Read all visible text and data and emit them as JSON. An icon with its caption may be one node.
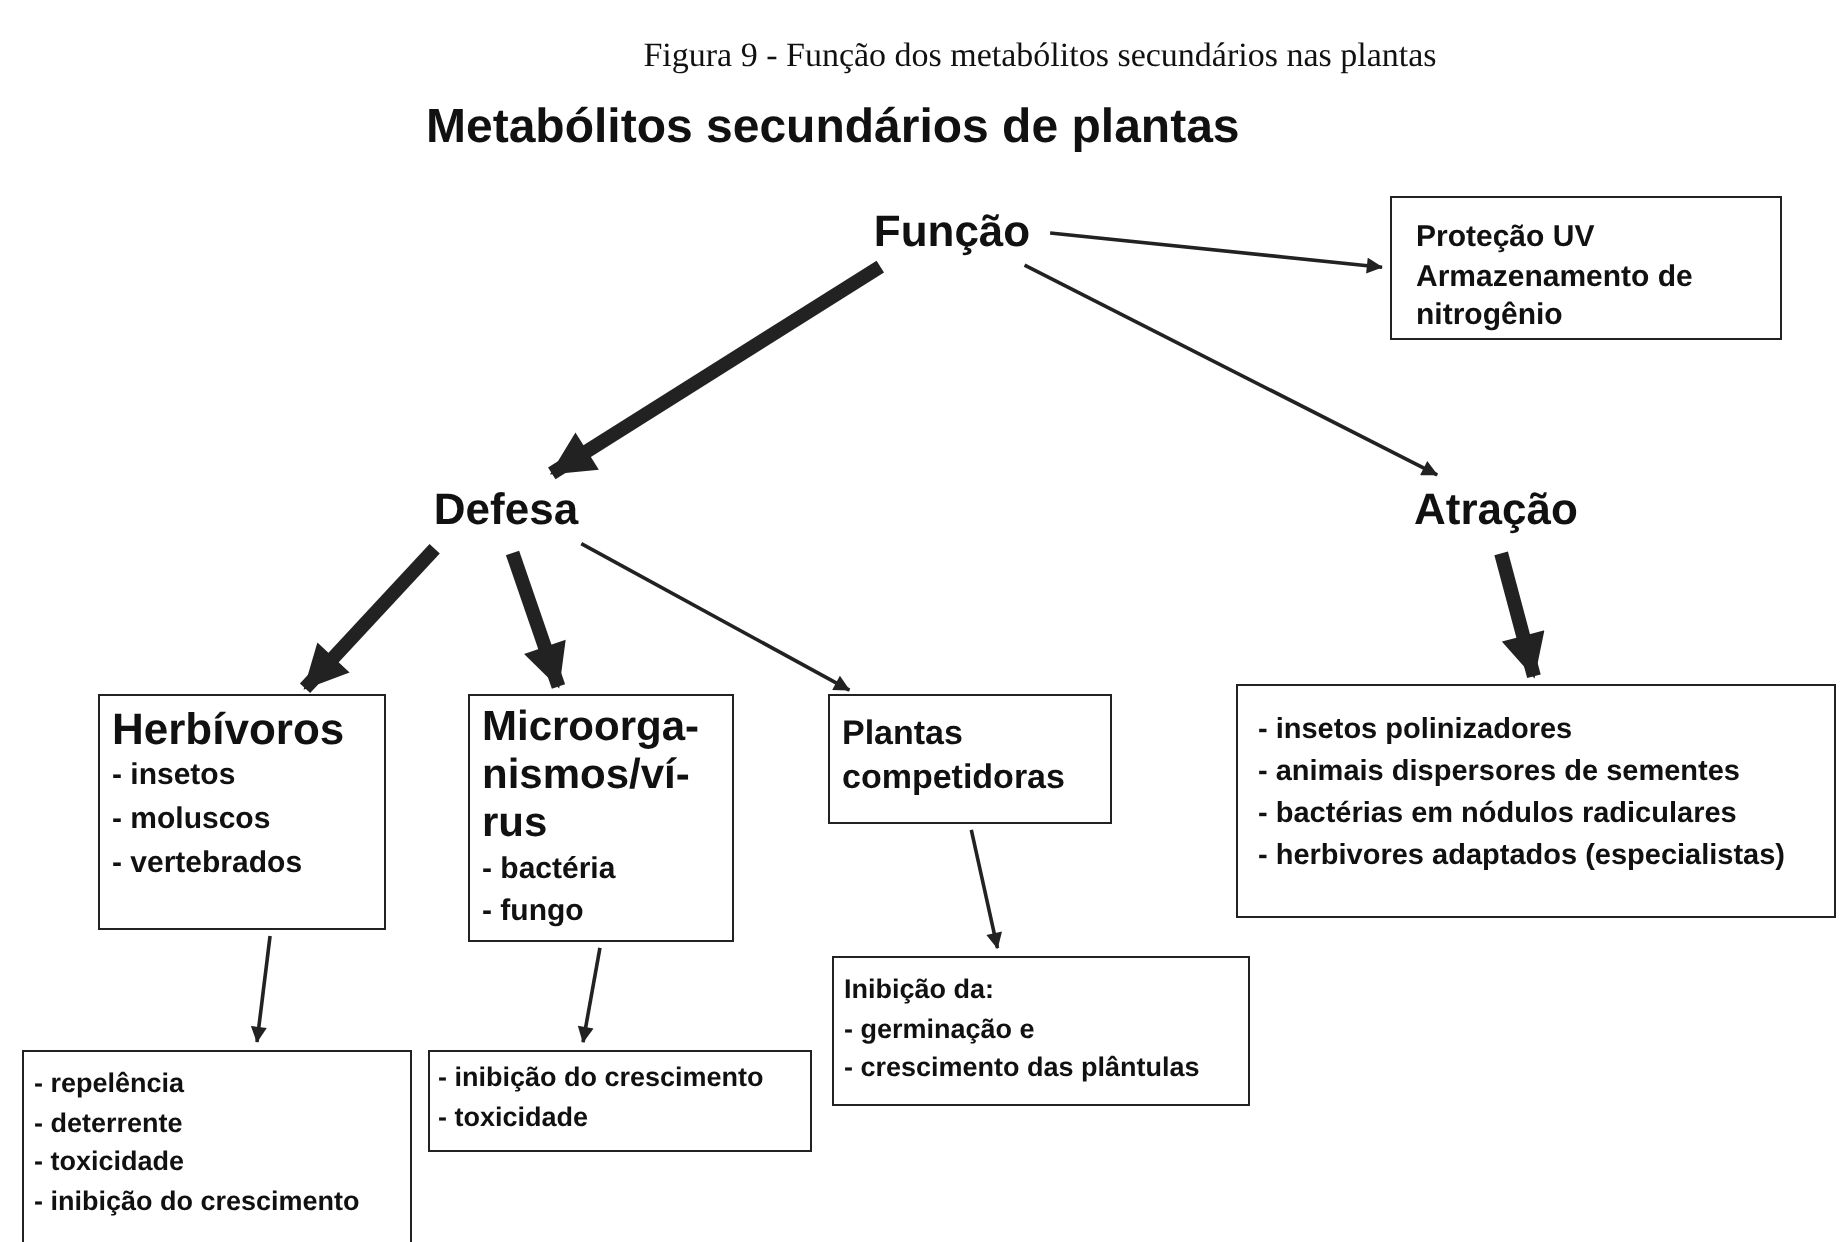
{
  "diagram": {
    "caption": "Figura 9 - Função dos metabólitos secundários nas plantas",
    "title": "Metabólitos secundários de plantas",
    "nodes": [
      {
        "text": [
          "Função"
        ]
      },
      {
        "text": [
          "Proteção UV",
          "Armazenamento de nitrogênio"
        ]
      },
      {
        "text": [
          "Defesa"
        ]
      },
      {
        "text": [
          "Atração"
        ]
      },
      {
        "text": [
          "Herbívoros",
          "- insetos",
          "- moluscos",
          "- vertebrados"
        ]
      },
      {
        "text": [
          "Microorga- nismos/ví- rus",
          "- bactéria",
          "- fungo"
        ]
      },
      {
        "text": [
          "Plantas competidoras"
        ]
      },
      {
        "text": [
          "- insetos polinizadores",
          "- animais dispersores de sementes",
          "- bactérias em nódulos radiculares",
          "- herbivores adaptados (especialistas)"
        ]
      },
      {
        "text": [
          "- repelência",
          "- deterrente",
          "- toxicidade",
          "- inibição do crescimento"
        ]
      },
      {
        "text": [
          "- inibição do crescimento",
          "- toxicidade"
        ]
      },
      {
        "text": [
          "Inibição da:",
          "- germinação e",
          "- crescimento das plântulas"
        ]
      }
    ],
    "edges": [
      {
        "from": 0,
        "to": 1,
        "arrow": "to"
      },
      {
        "from": 0,
        "to": 2,
        "arrow": "to",
        "style": "thick"
      },
      {
        "from": 0,
        "to": 3,
        "arrow": "to"
      },
      {
        "from": 2,
        "to": 4,
        "arrow": "to",
        "style": "thick"
      },
      {
        "from": 2,
        "to": 5,
        "arrow": "to",
        "style": "thick"
      },
      {
        "from": 2,
        "to": 6,
        "arrow": "to"
      },
      {
        "from": 3,
        "to": 7,
        "arrow": "to",
        "style": "thick"
      },
      {
        "from": 4,
        "to": 8,
        "arrow": "to"
      },
      {
        "from": 5,
        "to": 9,
        "arrow": "to"
      },
      {
        "from": 6,
        "to": 10,
        "arrow": "to"
      }
    ]
  }
}
